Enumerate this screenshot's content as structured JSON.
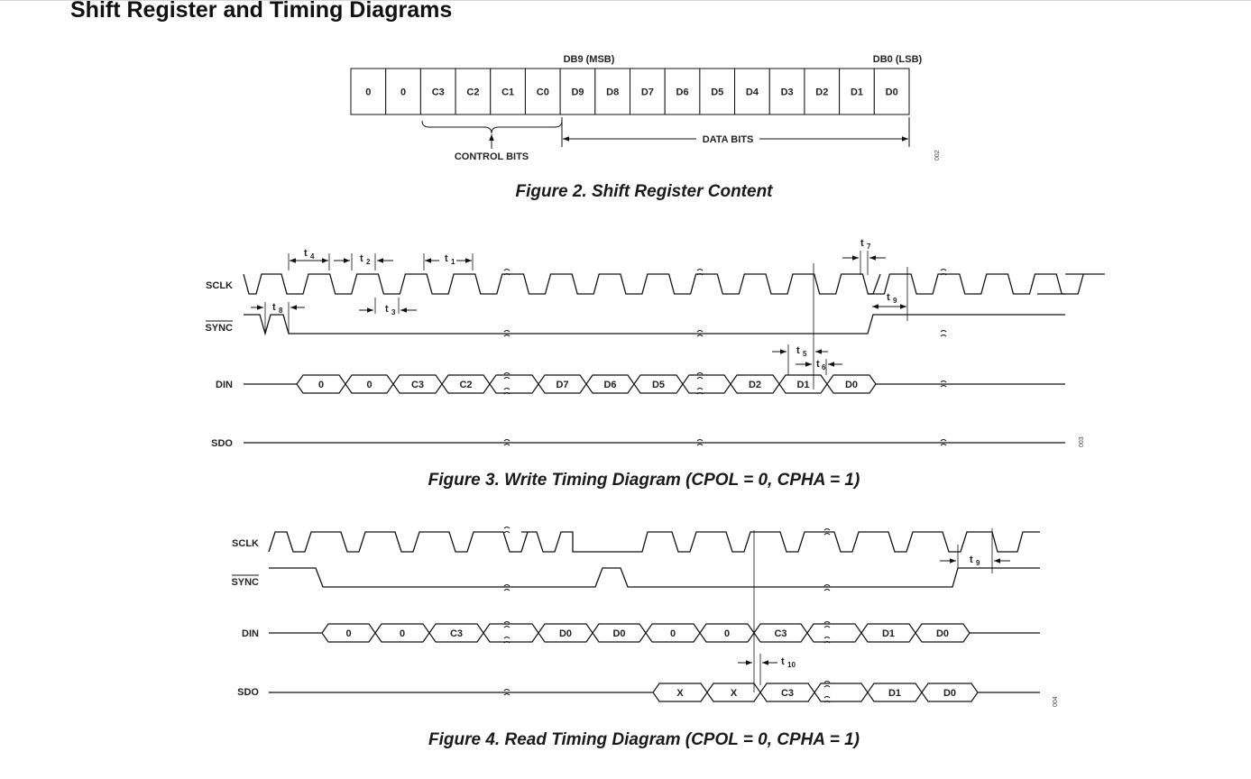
{
  "title": "Shift Register and Timing Diagrams",
  "figure2": {
    "caption": "Figure 2. Shift Register Content",
    "msb_label": "DB9 (MSB)",
    "lsb_label": "DB0 (LSB)",
    "cells": [
      "0",
      "0",
      "C3",
      "C2",
      "C1",
      "C0",
      "D9",
      "D8",
      "D7",
      "D6",
      "D5",
      "D4",
      "D3",
      "D2",
      "D1",
      "D0"
    ],
    "control_label": "CONTROL BITS",
    "data_label": "DATA BITS",
    "code": "002"
  },
  "figure3": {
    "caption": "Figure 3. Write Timing Diagram (CPOL = 0, CPHA = 1)",
    "signals": {
      "sclk": "SCLK",
      "sync": "SYNC",
      "din": "DIN",
      "sdo": "SDO"
    },
    "din_values": [
      "0",
      "0",
      "C3",
      "C2",
      "D7",
      "D6",
      "D5",
      "D2",
      "D1",
      "D0"
    ],
    "timing_labels": {
      "t4": {
        "t": "t",
        "s": "4"
      },
      "t2": {
        "t": "t",
        "s": "2"
      },
      "t1": {
        "t": "t",
        "s": "1"
      },
      "t3": {
        "t": "t",
        "s": "3"
      },
      "t8": {
        "t": "t",
        "s": "8"
      },
      "t7": {
        "t": "t",
        "s": "7"
      },
      "t9": {
        "t": "t",
        "s": "9"
      },
      "t5": {
        "t": "t",
        "s": "5"
      },
      "t6": {
        "t": "t",
        "s": "6"
      }
    },
    "code": "003"
  },
  "figure4": {
    "caption": "Figure 4. Read Timing Diagram (CPOL = 0, CPHA = 1)",
    "signals": {
      "sclk": "SCLK",
      "sync": "SYNC",
      "din": "DIN",
      "sdo": "SDO"
    },
    "din_values": [
      "0",
      "0",
      "C3",
      "D0",
      "D0",
      "0",
      "0",
      "C3",
      "D1",
      "D0"
    ],
    "sdo_values": [
      "X",
      "X",
      "C3",
      "D1",
      "D0"
    ],
    "timing_labels": {
      "t9": {
        "t": "t",
        "s": "9"
      },
      "t10": {
        "t": "t",
        "s": "10"
      }
    },
    "code": "004"
  }
}
